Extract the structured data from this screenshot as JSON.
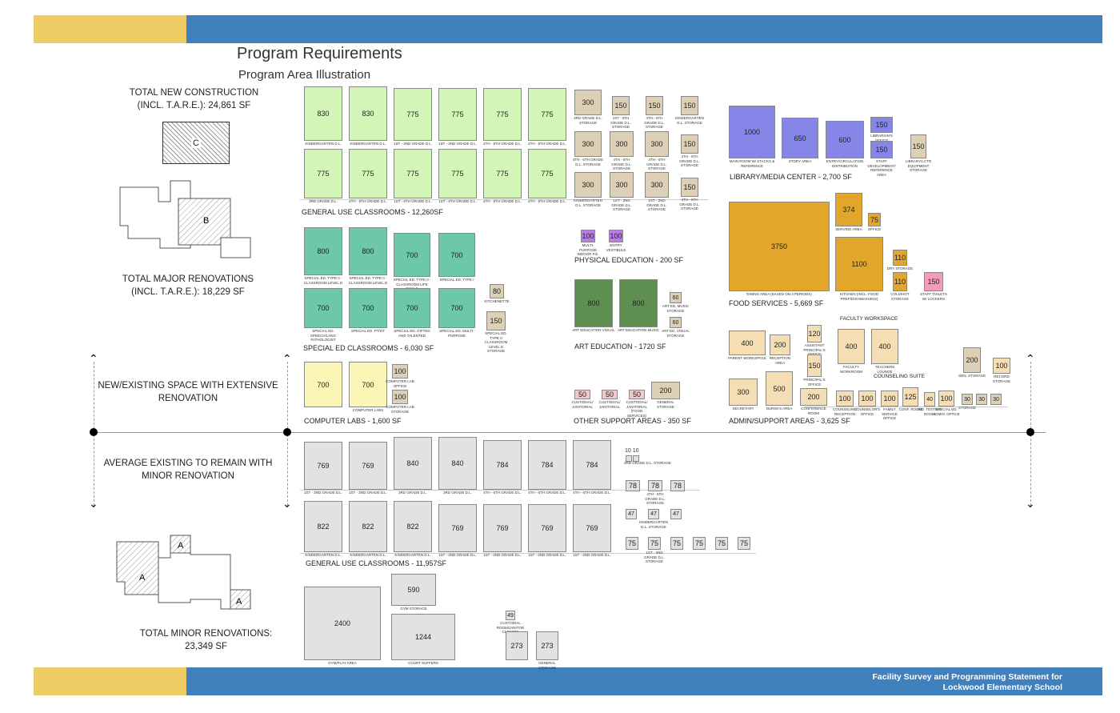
{
  "header": {
    "title": "Program Requirements",
    "subtitle": "Program Area Illustration"
  },
  "colors": {
    "yellow": "#EDCC66",
    "blue": "#3F80BD",
    "green": "#D3F5B8",
    "tan": "#DDD0B6",
    "teal": "#6CC8A6",
    "darkgreen": "#5E8F51",
    "purple": "#8686E8",
    "violet": "#B97CE8",
    "orange": "#E2A62B",
    "pink": "#F59ABB",
    "lightyellow": "#FBF6B6",
    "peach": "#F5DDB4",
    "pinkish": "#F3C8C8",
    "gray": "#E2E2E2"
  },
  "side": {
    "total_new": "TOTAL NEW CONSTRUCTION\n(INCL. T.A.R.E.): 24,861 SF",
    "total_major": "TOTAL MAJOR RENOVATIONS\n(INCL. T.A.R.E.): 18,229 SF",
    "new_existing": "NEW/EXISTING SPACE WITH EXTENSIVE\nRENOVATION",
    "avg_existing": "AVERAGE EXISTING TO REMAIN WITH\nMINOR RENOVATION",
    "total_minor": "TOTAL MINOR RENOVATIONS:\n23,349 SF",
    "diagram_labels": [
      "C",
      "B",
      "A",
      "A",
      "A"
    ]
  },
  "groups": {
    "gen_classrooms_new": "GENERAL USE CLASSROOMS - 12,260SF",
    "special_ed": "SPECIAL ED CLASSROOMS - 6,030 SF",
    "computer_labs": "COMPUTER LABS - 1,600 SF",
    "physical_ed": "PHYSICAL EDUCATION - 200 SF",
    "art_ed": "ART EDUCATION - 1720 SF",
    "other_support": "OTHER SUPPORT AREAS - 350 SF",
    "library": "LIBRARY/MEDIA CENTER - 2,700 SF",
    "food": "FOOD SERVICES - 5,669 SF",
    "admin": "ADMIN/SUPPORT AREAS - 3,625 SF",
    "faculty_workspace": "FACULTY WORKSPACE",
    "counseling_suite": "COUNSELING SUITE",
    "gen_classrooms_existing": "GENERAL USE CLASSROOMS - 11,957SF"
  },
  "rooms": [
    {
      "v": "830",
      "l": "KINDERGARTEN D.L.",
      "c": "green"
    },
    {
      "v": "830",
      "l": "KINDERGARTEN D.L.",
      "c": "green"
    },
    {
      "v": "775",
      "l": "1ST - 2ND GRADE D.L.",
      "c": "green"
    },
    {
      "v": "775",
      "l": "1ST - 2ND GRADE D.L.",
      "c": "green"
    },
    {
      "v": "775",
      "l": "4TH - 6TH GRADE D.L.",
      "c": "green"
    },
    {
      "v": "775",
      "l": "4TH - 6TH GRADE D.L.",
      "c": "green"
    },
    {
      "v": "775",
      "l": "3RD GRADE D.L.",
      "c": "green"
    },
    {
      "v": "775",
      "l": "4TH - 6TH GRADE D.L.",
      "c": "green"
    },
    {
      "v": "775",
      "l": "1ST - 6TH GRADE D.L.",
      "c": "green"
    },
    {
      "v": "775",
      "l": "1ST - 6TH GRADE D.L.",
      "c": "green"
    },
    {
      "v": "775",
      "l": "4TH - 6TH GRADE D.L.",
      "c": "green"
    },
    {
      "v": "775",
      "l": "4TH - 6TH GRADE D.L.",
      "c": "green"
    },
    {
      "v": "300",
      "l": "3RD GRADE D.L. STORAGE",
      "c": "tan"
    },
    {
      "v": "150",
      "l": "1ST - 6TH GRADE D.L. STORAGE",
      "c": "tan"
    },
    {
      "v": "150",
      "l": "4TH - 6TH GRADE D.L. STORAGE",
      "c": "tan"
    },
    {
      "v": "150",
      "l": "KINDERGARTEN D.L. STORAGE",
      "c": "tan"
    },
    {
      "v": "300",
      "l": "4TH - 6TH GRADE D.L. STORAGE",
      "c": "tan"
    },
    {
      "v": "300",
      "l": "4TH - 6TH GRADE D.L. STORAGE",
      "c": "tan"
    },
    {
      "v": "300",
      "l": "4TH - 6TH GRADE D.L. STORAGE",
      "c": "tan"
    },
    {
      "v": "150",
      "l": "4TH - 6TH GRADE D.L. STORAGE",
      "c": "tan"
    },
    {
      "v": "300",
      "l": "KINDERGARTEN D.L. STORAGE",
      "c": "tan"
    },
    {
      "v": "300",
      "l": "1ST - 2ND GRADE D.L. STORAGE",
      "c": "tan"
    },
    {
      "v": "300",
      "l": "1ST - 2ND GRADE D.L. STORAGE",
      "c": "tan"
    },
    {
      "v": "150",
      "l": "4TH - 6TH GRADE D.L. STORAGE",
      "c": "tan"
    },
    {
      "v": "800",
      "l": "SPECIAL ED. TYPE II - CLASSROOM LEVEL D",
      "c": "teal"
    },
    {
      "v": "800",
      "l": "SPECIAL ED. TYPE II - CLASSROOM LEVEL D",
      "c": "teal"
    },
    {
      "v": "700",
      "l": "SPECIAL ED. TYPE II - CLASSROOM LIFE SKILLS",
      "c": "teal"
    },
    {
      "v": "700",
      "l": "SPECIAL ED. TYPE I",
      "c": "teal"
    },
    {
      "v": "700",
      "l": "SPECIAL ED. SPEECH/LANG PATHOLOGIST",
      "c": "teal"
    },
    {
      "v": "700",
      "l": "SPECIAL ED. PT/OT",
      "c": "teal"
    },
    {
      "v": "700",
      "l": "SPECIAL ED. GIFTED AND TALENTED",
      "c": "teal"
    },
    {
      "v": "700",
      "l": "SPECIAL ED. MULTI-PURPOSE",
      "c": "teal"
    },
    {
      "v": "80",
      "l": "KITCHENETTE",
      "c": "tan"
    },
    {
      "v": "150",
      "l": "SPECIAL ED. TYPE II CLASSROOM LEVEL D STORAGE",
      "c": "tan"
    },
    {
      "v": "700",
      "l": "",
      "c": "lightyellow"
    },
    {
      "v": "700",
      "l": "COMPUTER LABS",
      "c": "lightyellow"
    },
    {
      "v": "100",
      "l": "COMPUTER LAB OFFICE",
      "c": "tan"
    },
    {
      "v": "100",
      "l": "COMPUTER LAB STORAGE",
      "c": "tan"
    },
    {
      "v": "100",
      "l": "MULTI-PURPOSE INDOOR P.E.",
      "c": "violet"
    },
    {
      "v": "100",
      "l": "ENTRY VESTIBULE",
      "c": "violet"
    },
    {
      "v": "800",
      "l": "ART EDUCATION VISUAL",
      "c": "darkgreen"
    },
    {
      "v": "800",
      "l": "ART EDUCATION MUSIC",
      "c": "darkgreen"
    },
    {
      "v": "60",
      "l": "ART ED. MUSIC STORAGE",
      "c": "tan"
    },
    {
      "v": "60",
      "l": "ART ED. VISUAL STORAGE",
      "c": "tan"
    },
    {
      "v": "50",
      "l": "CUSTODIAL/ JANITORIAL",
      "c": "pinkish"
    },
    {
      "v": "50",
      "l": "CUSTODIAL/ JANITORIAL",
      "c": "pinkish"
    },
    {
      "v": "50",
      "l": "CUSTODIAL/ JANITORIAL (FOOD SERVICES)",
      "c": "pinkish"
    },
    {
      "v": "200",
      "l": "GENERAL STORAGE",
      "c": "tan"
    },
    {
      "v": "1000",
      "l": "MAIN ROOM W/ STACKS & REFERENCE",
      "c": "purple"
    },
    {
      "v": "650",
      "l": "STORY AREA",
      "c": "purple"
    },
    {
      "v": "600",
      "l": "ENTRY/CIRCULATION DISTRIBUTION",
      "c": "purple"
    },
    {
      "v": "150",
      "l": "LIBRARIAN'S OFFICE",
      "c": "purple"
    },
    {
      "v": "150",
      "l": "STAFF DEVELOPMENT/ REFERENCE AREA",
      "c": "purple"
    },
    {
      "v": "150",
      "l": "LIBRARY/LCTR EQUIPMENT STORAGE",
      "c": "tan"
    },
    {
      "v": "3750",
      "l": "DINING AREA (BASED ON 3 PERIODS)",
      "c": "orange"
    },
    {
      "v": "374",
      "l": "SERVING AREA",
      "c": "orange"
    },
    {
      "v": "75",
      "l": "OFFICE",
      "c": "orange"
    },
    {
      "v": "1100",
      "l": "KITCHEN (INCL. FOOD PREP/DISHWASHING)",
      "c": "orange"
    },
    {
      "v": "110",
      "l": "DRY STORAGE",
      "c": "orange"
    },
    {
      "v": "110",
      "l": "COLD/HOT STORAGE",
      "c": "orange"
    },
    {
      "v": "150",
      "l": "STAFF TOILETS W/ LOCKERS",
      "c": "pink"
    },
    {
      "v": "400",
      "l": "PARENT WORKSPACE",
      "c": "peach"
    },
    {
      "v": "200",
      "l": "RECEPTION AREA",
      "c": "peach"
    },
    {
      "v": "120",
      "l": "ASSISTANT PRINCIPAL'S OFFICE",
      "c": "peach"
    },
    {
      "v": "150",
      "l": "PRINCIPAL'S OFFICE",
      "c": "peach"
    },
    {
      "v": "400",
      "l": "FACULTY WORKROOM",
      "c": "peach"
    },
    {
      "v": "400",
      "l": "TEACHERS LOUNGE",
      "c": "peach"
    },
    {
      "v": "200",
      "l": "GEN. STORAGE",
      "c": "tan"
    },
    {
      "v": "100",
      "l": "RECORD STORAGE",
      "c": "peach"
    },
    {
      "v": "300",
      "l": "SECRETARY",
      "c": "peach"
    },
    {
      "v": "500",
      "l": "NURSE'S AREA",
      "c": "peach"
    },
    {
      "v": "200",
      "l": "CONFERENCE ROOM",
      "c": "peach"
    },
    {
      "v": "100",
      "l": "COUNSELING RECEPTION",
      "c": "peach"
    },
    {
      "v": "100",
      "l": "COUNSELOR'S OFFICE",
      "c": "peach"
    },
    {
      "v": "100",
      "l": "FAMILY SERVICE OFFICE",
      "c": "peach"
    },
    {
      "v": "125",
      "l": "CONF. ROOM",
      "c": "peach"
    },
    {
      "v": "40",
      "l": "IND. TESTING ROOM",
      "c": "peach"
    },
    {
      "v": "100",
      "l": "SPECIAL ED. ADMIN. OFFICE",
      "c": "peach"
    },
    {
      "v": "30",
      "l": "STORAGE",
      "c": "tan"
    },
    {
      "v": "30",
      "l": "",
      "c": "tan"
    },
    {
      "v": "30",
      "l": "",
      "c": "tan"
    },
    {
      "v": "769",
      "l": "1ST - 2ND GRADE D.L.",
      "c": "gray"
    },
    {
      "v": "769",
      "l": "1ST - 2ND GRADE D.L.",
      "c": "gray"
    },
    {
      "v": "840",
      "l": "3RD GRADE D.L.",
      "c": "gray"
    },
    {
      "v": "840",
      "l": "3RD GRADE D.L.",
      "c": "gray"
    },
    {
      "v": "784",
      "l": "4TH - 6TH GRADE D.L.",
      "c": "gray"
    },
    {
      "v": "784",
      "l": "4TH - 6TH GRADE D.L.",
      "c": "gray"
    },
    {
      "v": "784",
      "l": "4TH - 6TH GRADE D.L.",
      "c": "gray"
    },
    {
      "v": "822",
      "l": "KINDERGARTEN D.L.",
      "c": "gray"
    },
    {
      "v": "822",
      "l": "KINDERGARTEN D.L.",
      "c": "gray"
    },
    {
      "v": "822",
      "l": "KINDERGARTEN D.L.",
      "c": "gray"
    },
    {
      "v": "769",
      "l": "1ST - 2ND GRADE D.L.",
      "c": "gray"
    },
    {
      "v": "769",
      "l": "1ST - 2ND GRADE D.L.",
      "c": "gray"
    },
    {
      "v": "769",
      "l": "1ST - 2ND GRADE D.L.",
      "c": "gray"
    },
    {
      "v": "769",
      "l": "1ST - 2ND GRADE D.L.",
      "c": "gray"
    },
    {
      "v": "78",
      "l": "",
      "c": "gray"
    },
    {
      "v": "78",
      "l": "4TH - 6TH GRADE D.L. STORAGE",
      "c": "gray"
    },
    {
      "v": "78",
      "l": "",
      "c": "gray"
    },
    {
      "v": "47",
      "l": "",
      "c": "gray"
    },
    {
      "v": "47",
      "l": "KINDERGARTEN D.L. STORAGE",
      "c": "gray"
    },
    {
      "v": "47",
      "l": "",
      "c": "gray"
    },
    {
      "v": "75",
      "l": "",
      "c": "gray"
    },
    {
      "v": "75",
      "l": "1ST - 2ND GRADE D.L. STORAGE",
      "c": "gray"
    },
    {
      "v": "75",
      "l": "",
      "c": "gray"
    },
    {
      "v": "75",
      "l": "",
      "c": "gray"
    },
    {
      "v": "75",
      "l": "",
      "c": "gray"
    },
    {
      "v": "75",
      "l": "",
      "c": "gray"
    },
    {
      "v": "2400",
      "l": "GYM/PLAY AREA",
      "c": "gray"
    },
    {
      "v": "590",
      "l": "GYM STORAGE",
      "c": "gray"
    },
    {
      "v": "1244",
      "l": "COURT SUFFERS",
      "c": "gray"
    },
    {
      "v": "49",
      "l": "CUSTODIAL ROOM/JANITOR CLOSETS",
      "c": "gray"
    },
    {
      "v": "273",
      "l": "",
      "c": "gray"
    },
    {
      "v": "273",
      "l": "GENERAL STORAGE",
      "c": "gray"
    }
  ],
  "small_storage": {
    "values": "10 10",
    "label": "3RD GRADE D.L. STORAGE"
  },
  "footer": {
    "line1": "Facility Survey and Programming Statement for",
    "line2": "Lockwood Elementary School"
  }
}
